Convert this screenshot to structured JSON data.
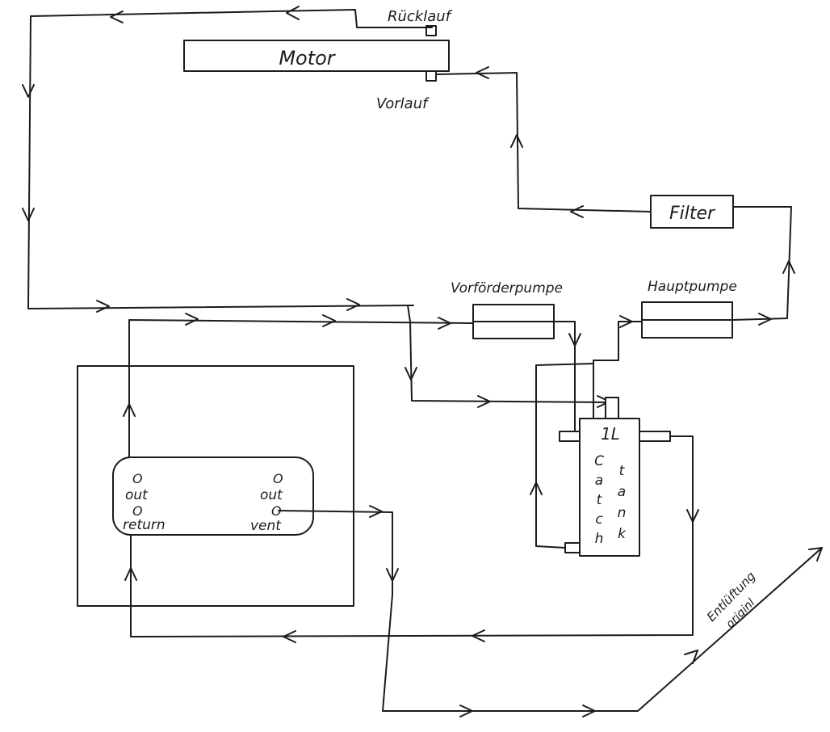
{
  "labels": {
    "motor": "Motor",
    "ruecklauf": "Rücklauf",
    "vorlauf": "Vorlauf",
    "filter": "Filter",
    "vorfoerderpumpe": "Vorförderpumpe",
    "hauptpumpe": "Hauptpumpe",
    "catch_tank_volume": "1L",
    "catch_letters": [
      "C",
      "a",
      "t",
      "c",
      "h"
    ],
    "tank_letters": [
      "t",
      "a",
      "n",
      "k"
    ],
    "port_marker": "O",
    "out_left": "out",
    "out_right": "out",
    "return_port": "return",
    "vent_port": "vent",
    "entlueftung_line1": "Entlüftung",
    "entlueftung_line2": "originl"
  }
}
